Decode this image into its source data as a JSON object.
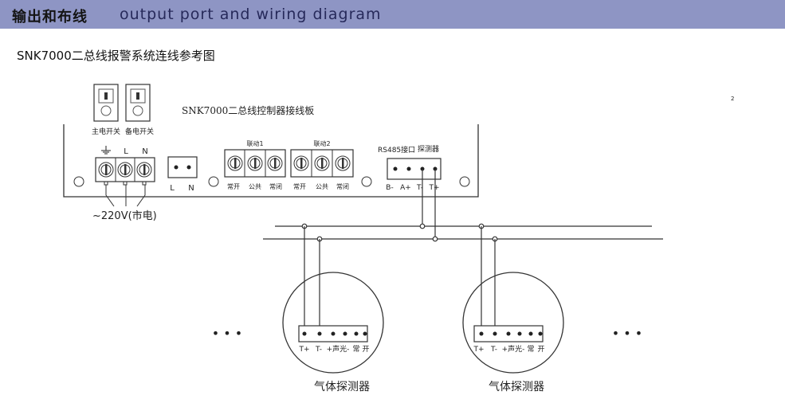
{
  "header": {
    "title_cn": "输出和布线",
    "title_en": "output port and wiring diagram"
  },
  "subtitle": "SNK7000二总线报警系统连线参考图",
  "panel": {
    "title": "SNK7000二总线控制器接线板",
    "switches": [
      "主电开关",
      "备电开关"
    ],
    "power_terminal_labels": [
      "L",
      "N"
    ],
    "small_terminal_labels": [
      "L",
      "N"
    ],
    "mains_label": "~220V(市电)",
    "relay_groups": [
      {
        "title": "联动1",
        "labels": [
          "常开",
          "公共",
          "常闭"
        ]
      },
      {
        "title": "联动2",
        "labels": [
          "常开",
          "公共",
          "常闭"
        ]
      }
    ],
    "rs485_label": "RS485接口",
    "detector_bus_label": "探测器",
    "bus_terminal_labels": [
      "B-",
      "A+",
      "T-",
      "T+"
    ],
    "page_marker": "2"
  },
  "detectors": [
    {
      "terminal_labels": [
        "T+",
        "T-",
        "+声光-",
        "常",
        "开"
      ],
      "name": "气体探测器"
    },
    {
      "terminal_labels": [
        "T+",
        "T-",
        "+声光-",
        "常",
        "开"
      ],
      "name": "气体探测器"
    }
  ],
  "ellipsis": "• • •"
}
